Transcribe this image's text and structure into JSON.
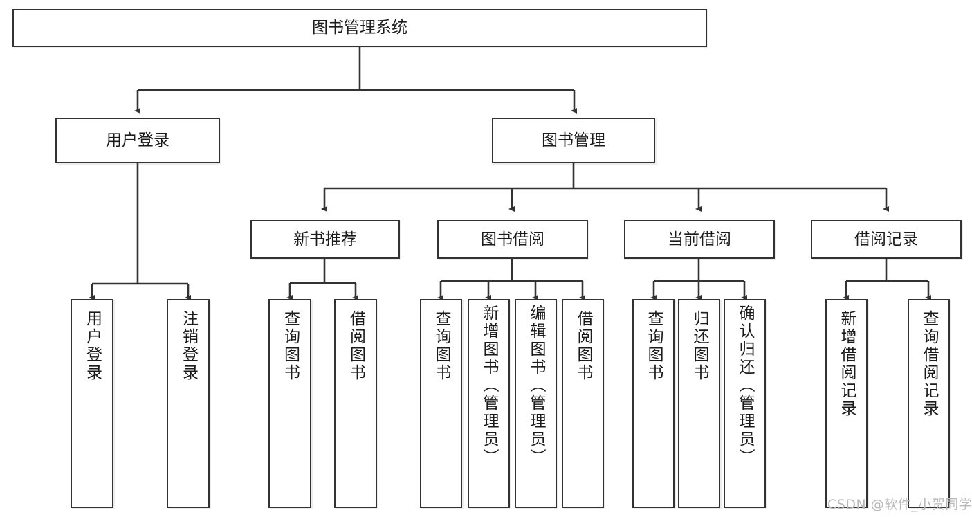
{
  "diagram": {
    "type": "tree",
    "title": "图书管理系统",
    "levels": {
      "root": {
        "label": "图书管理系统"
      },
      "level1": [
        {
          "label": "用户登录"
        },
        {
          "label": "图书管理"
        }
      ],
      "level2": [
        {
          "label": "新书推荐"
        },
        {
          "label": "图书借阅"
        },
        {
          "label": "当前借阅"
        },
        {
          "label": "借阅记录"
        }
      ],
      "leaves_user_login": [
        {
          "label": "用户登录"
        },
        {
          "label": "注销登录"
        }
      ],
      "leaves_new_book": [
        {
          "label": "查询图书"
        },
        {
          "label": "借阅图书"
        }
      ],
      "leaves_borrow": [
        {
          "label": "查询图书"
        },
        {
          "label": "新增图书（管理员）"
        },
        {
          "label": "编辑图书（管理员）"
        },
        {
          "label": "借阅图书"
        }
      ],
      "leaves_current": [
        {
          "label": "查询图书"
        },
        {
          "label": "归还图书"
        },
        {
          "label": "确认归还（管理员）"
        }
      ],
      "leaves_record": [
        {
          "label": "新增借阅记录"
        },
        {
          "label": "查询借阅记录"
        }
      ]
    },
    "colors": {
      "box_border": "#333333",
      "box_fill": "#ffffff",
      "connector": "#333333",
      "text": "#1b1b1b",
      "background": "#ffffff",
      "watermark": "#b9b9b9"
    }
  },
  "watermark": {
    "text": "CSDN @软件_小贺同学"
  }
}
